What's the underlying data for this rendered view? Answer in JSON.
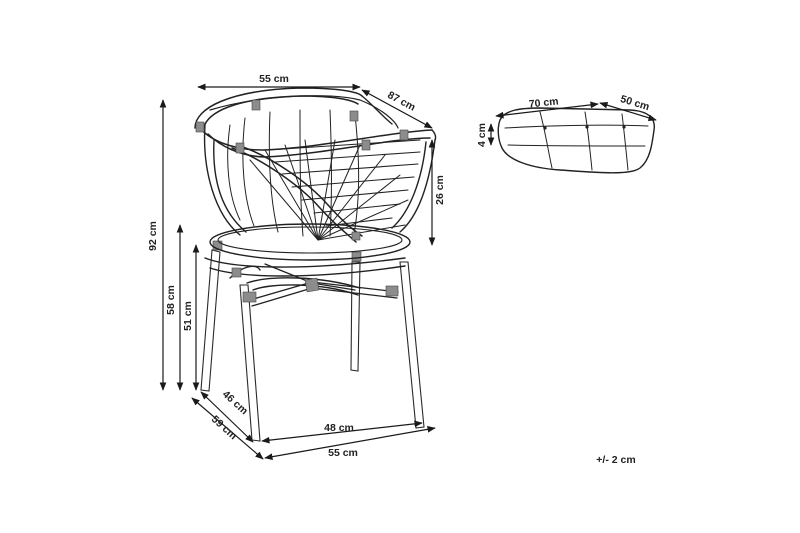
{
  "dimensions": {
    "top_width": "55 cm",
    "top_depth": "87 cm",
    "back_height": "26 cm",
    "total_height": "92 cm",
    "seat_height_58": "58 cm",
    "seat_height_51": "51 cm",
    "base_depth_46": "46 cm",
    "base_depth_59": "59 cm",
    "base_width_48": "48 cm",
    "base_width_55": "55 cm"
  },
  "cushion": {
    "length": "70 cm",
    "width": "50 cm",
    "thickness": "4 cm"
  },
  "tolerance": "+/- 2 cm",
  "colors": {
    "ink": "#222222",
    "binding": "#8c8c8c",
    "background": "#ffffff"
  }
}
